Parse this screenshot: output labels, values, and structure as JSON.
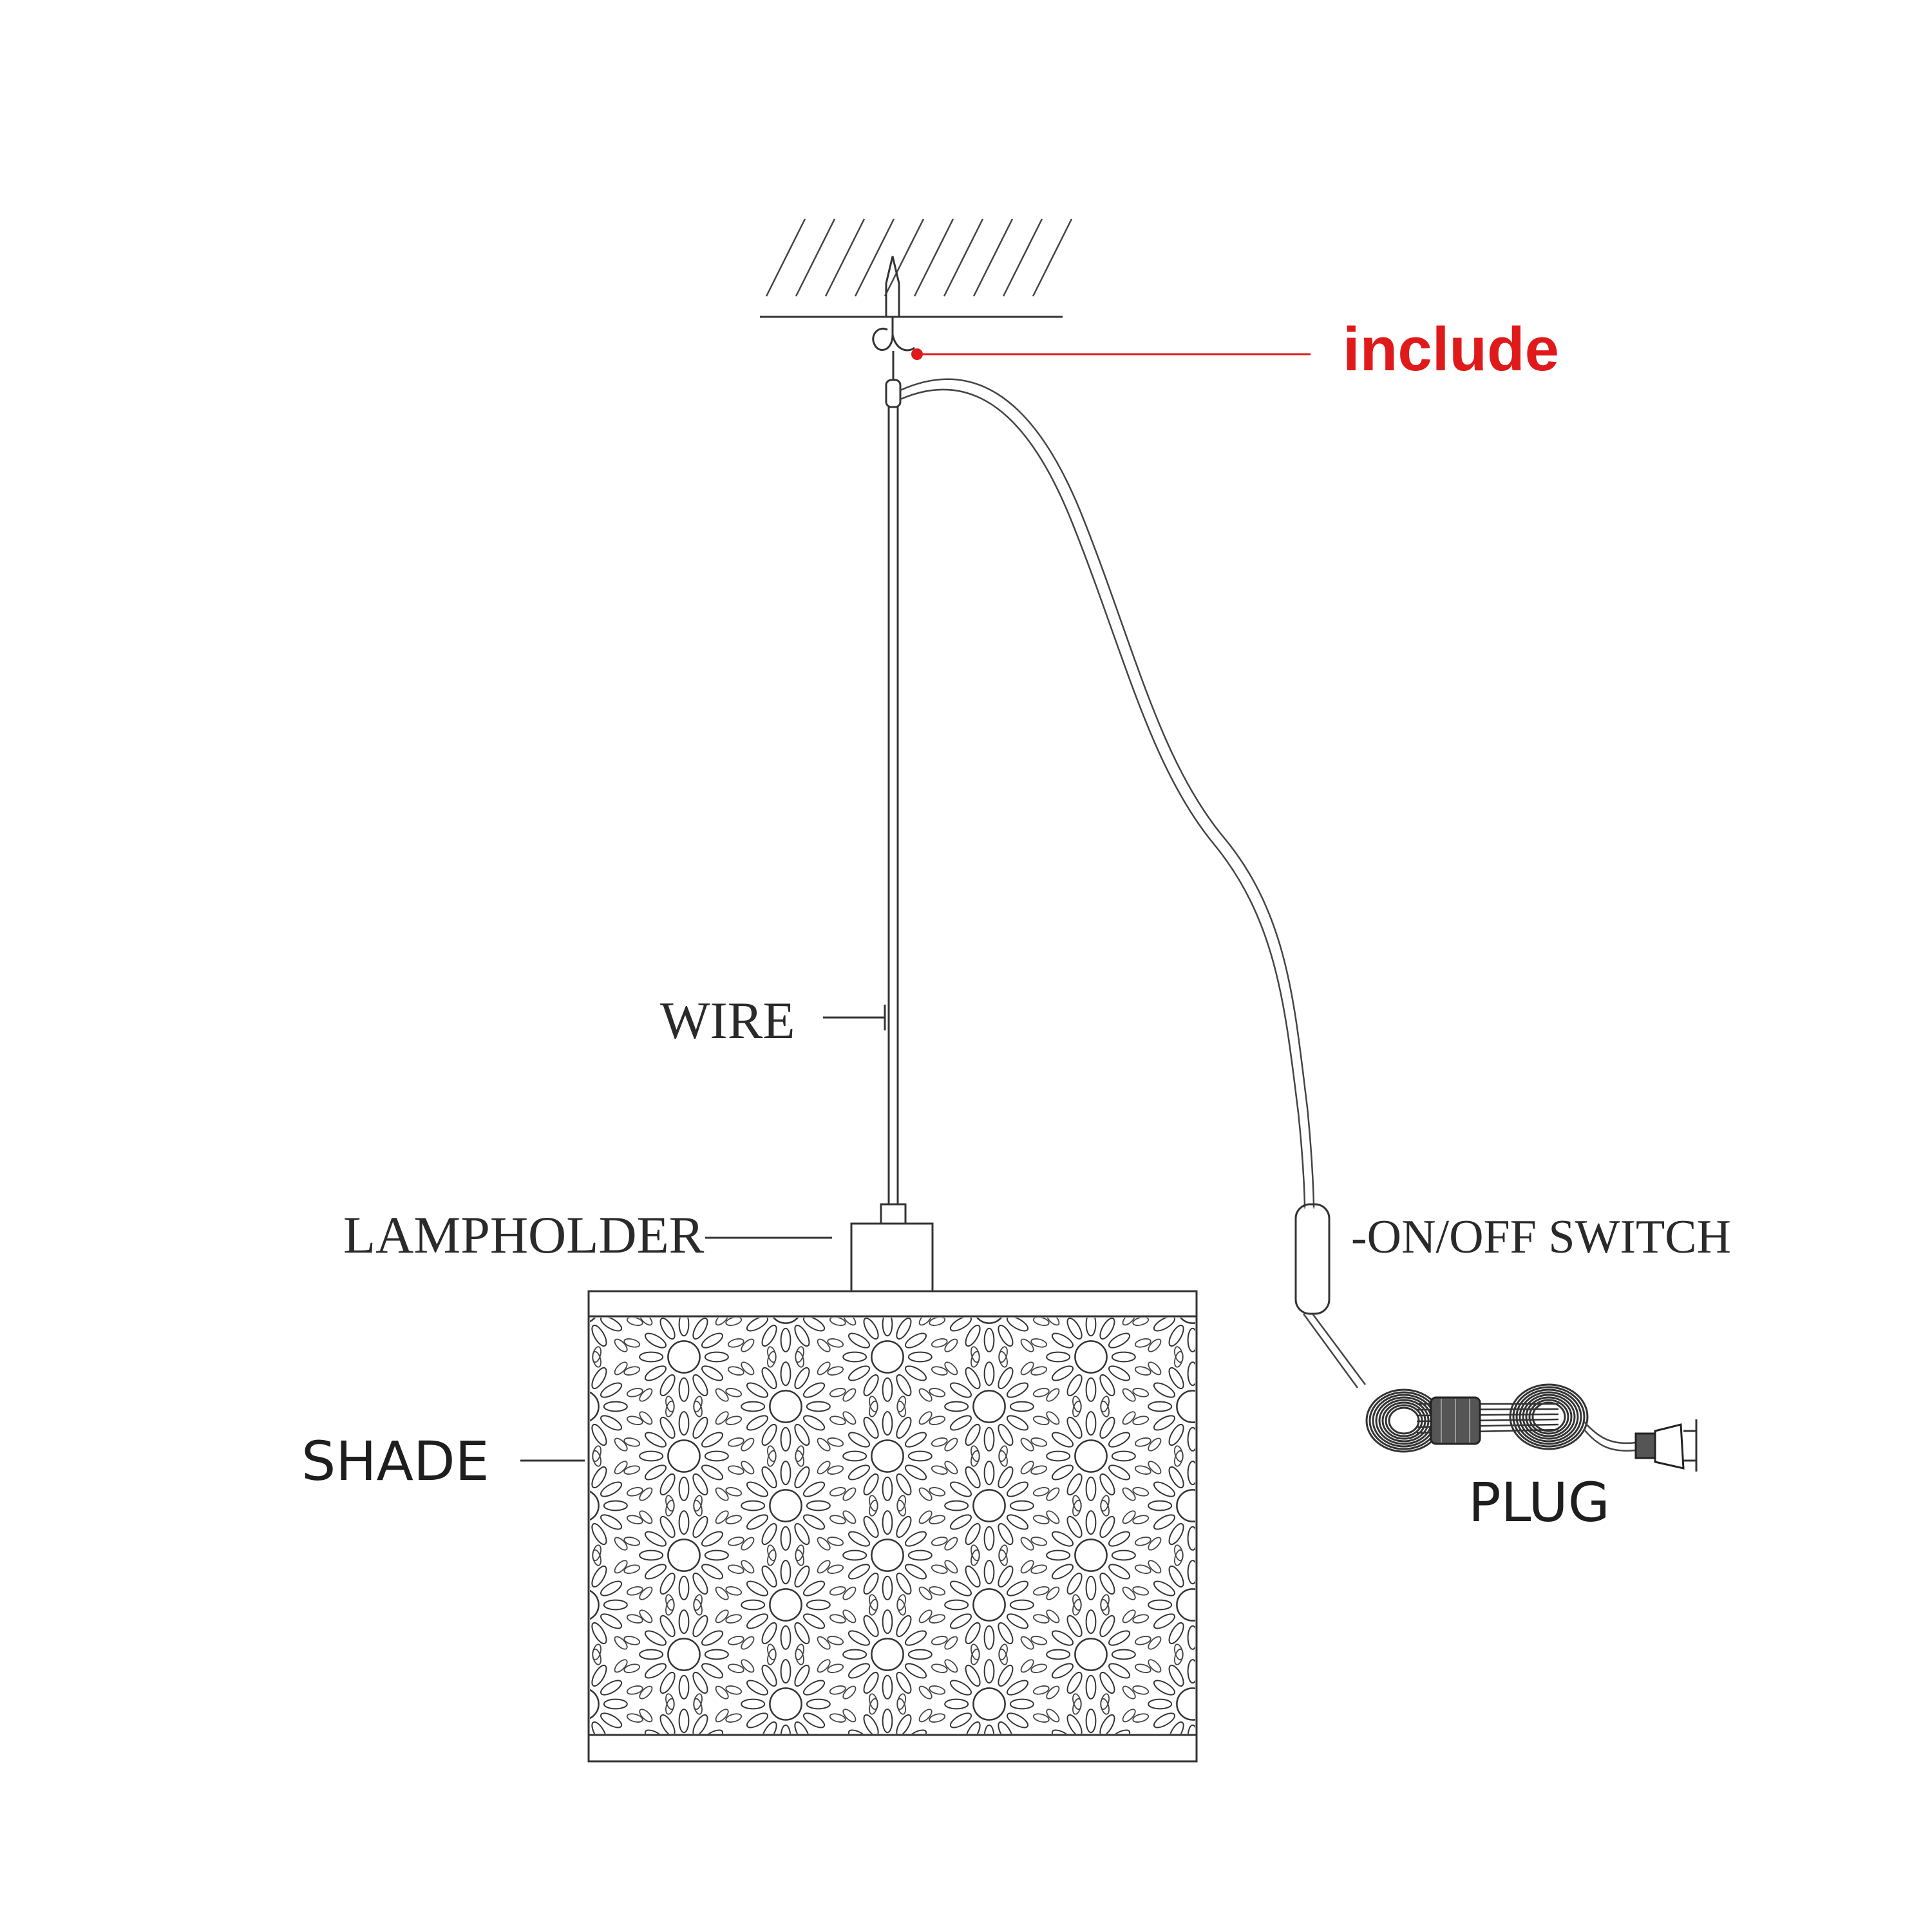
{
  "labels": {
    "include": "include",
    "wire": "WIRE",
    "lampholder": "LAMPHOLDER",
    "switch": "-ON/OFF SWITCH",
    "shade": "SHADE",
    "plug": "PLUG"
  },
  "colors": {
    "callout": "#e01a1a",
    "line": "#333333",
    "text": "#2a2a2a"
  },
  "icons": {
    "ceiling": "ceiling-hatch-icon",
    "hook": "ceiling-hook-icon",
    "plug": "plug-icon",
    "switch": "inline-switch-icon"
  }
}
